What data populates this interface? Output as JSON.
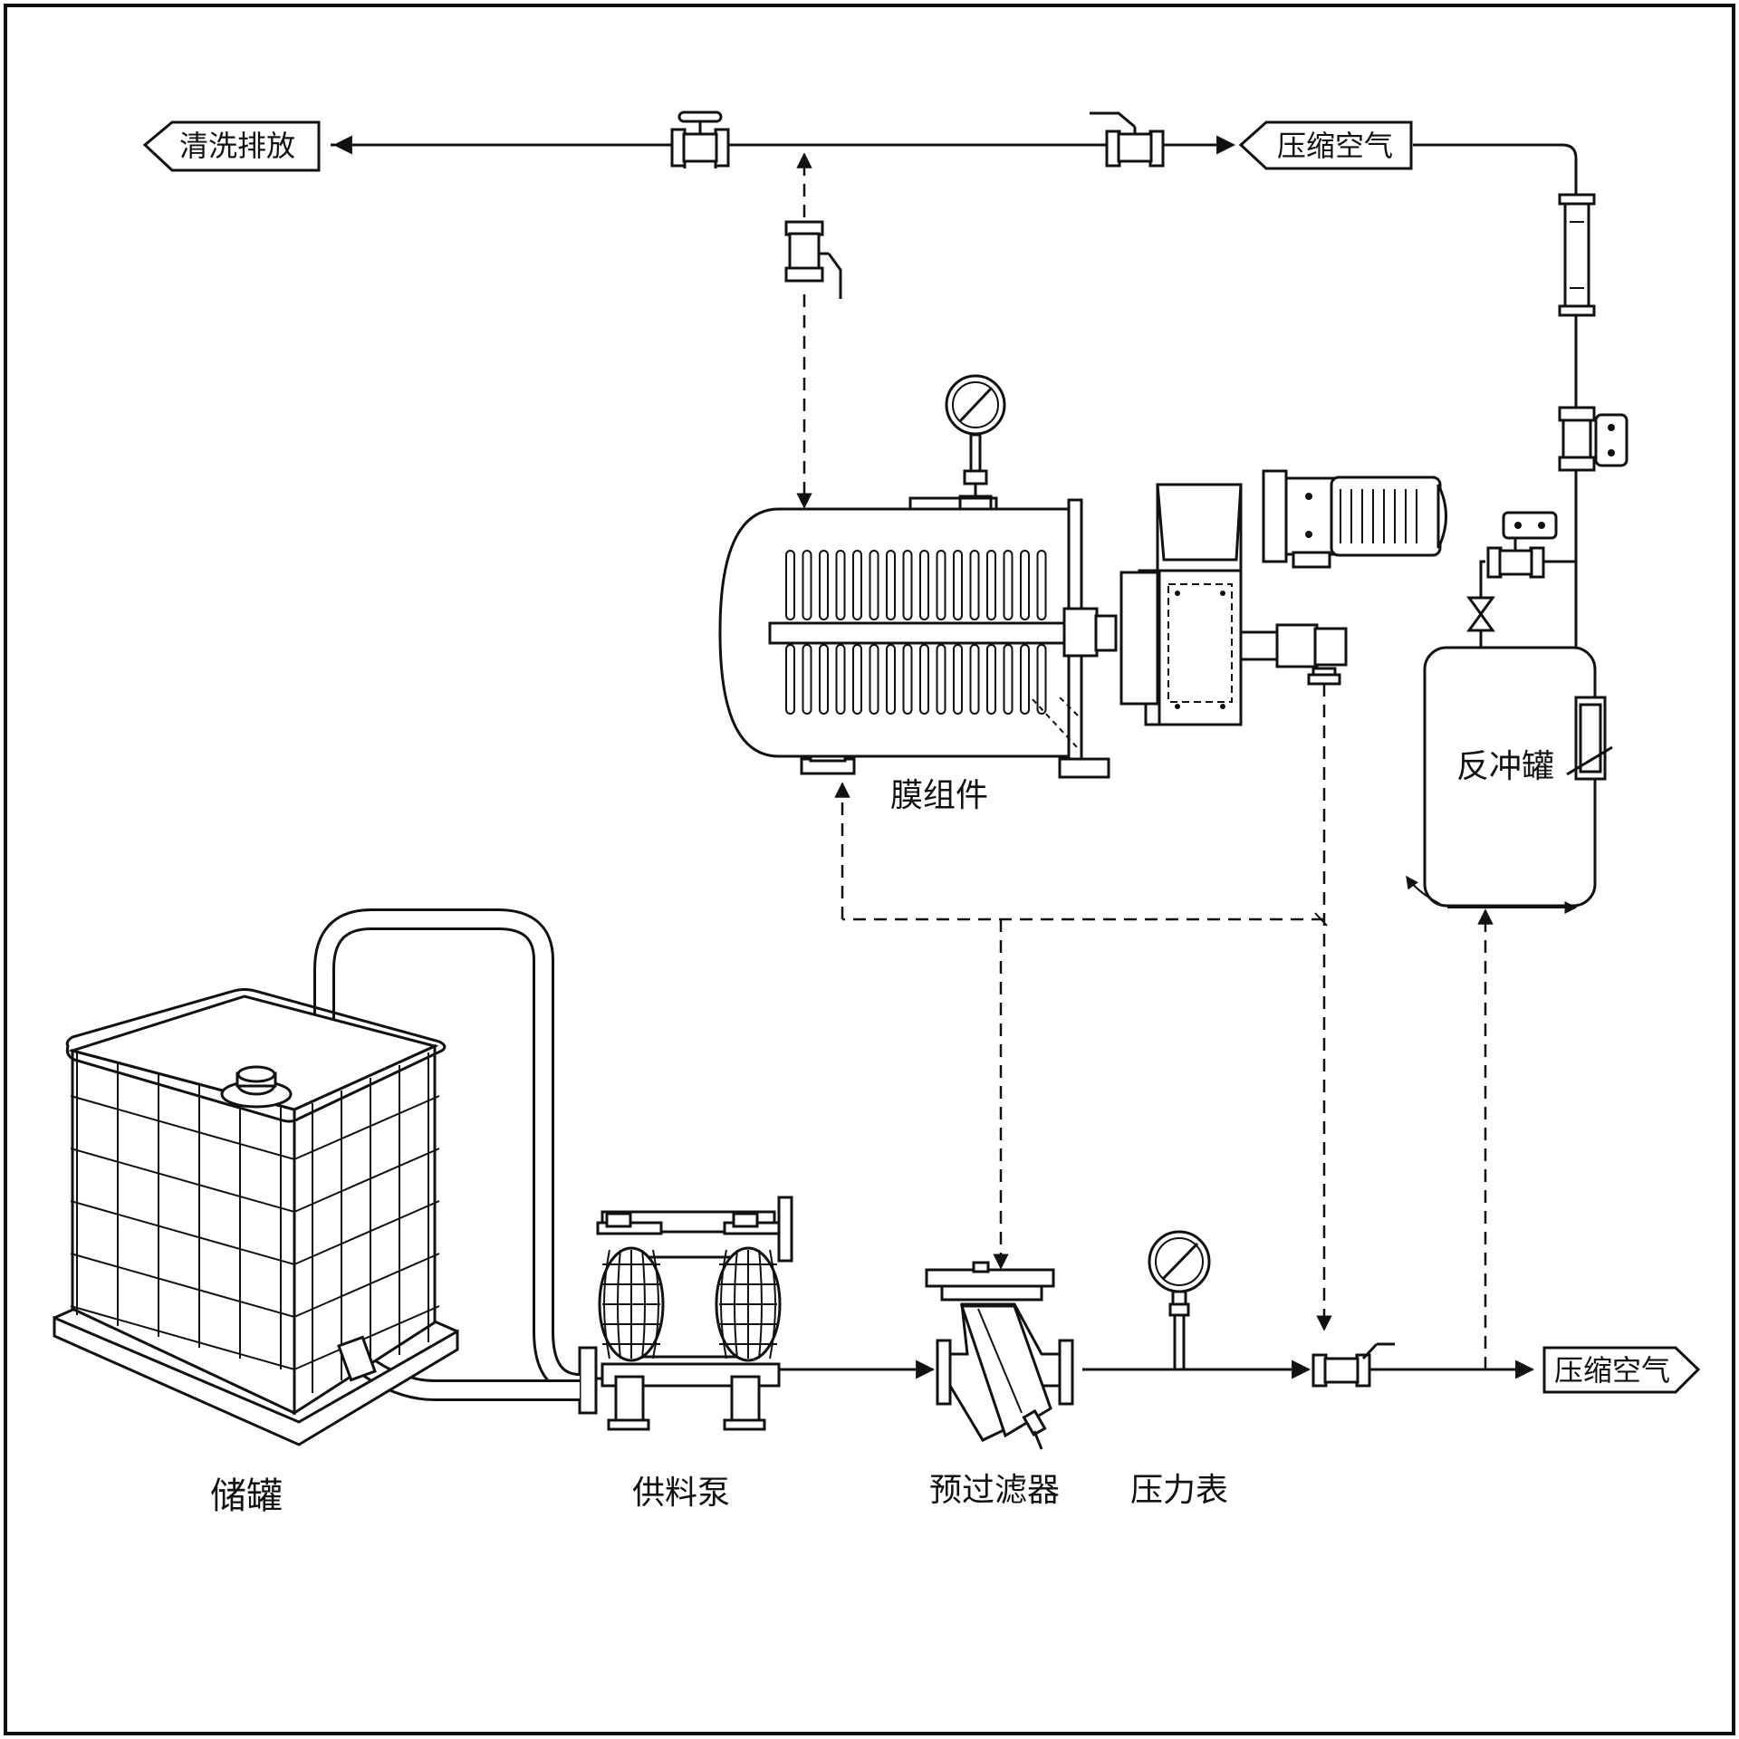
{
  "labels": {
    "clean_drain": "清洗排放",
    "compressed_air_top": "压缩空气",
    "compressed_air_bottom": "压缩空气",
    "membrane_module": "膜组件",
    "backflush_tank": "反冲罐",
    "storage_tank": "储罐",
    "feed_pump": "供料泵",
    "prefilter": "预过滤器",
    "pressure_gauge": "压力表"
  },
  "colors": {
    "line": "#111111",
    "background": "#ffffff"
  }
}
